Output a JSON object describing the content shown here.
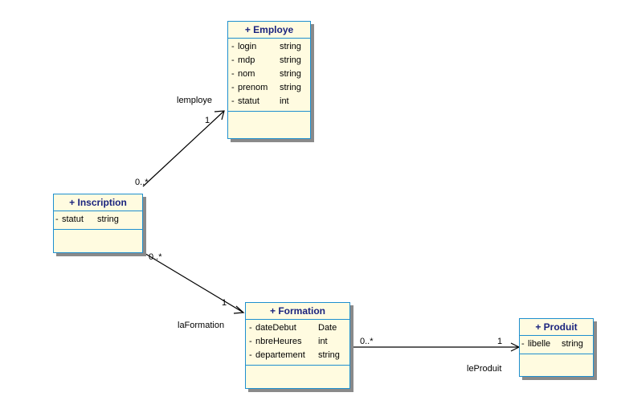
{
  "classes": {
    "employe": {
      "title": "+ Employe",
      "attributes": [
        {
          "visibility": "-",
          "name": "login",
          "type": "string"
        },
        {
          "visibility": "-",
          "name": "mdp",
          "type": "string"
        },
        {
          "visibility": "-",
          "name": "nom",
          "type": "string"
        },
        {
          "visibility": "-",
          "name": "prenom",
          "type": "string"
        },
        {
          "visibility": "-",
          "name": "statut",
          "type": "int"
        }
      ]
    },
    "inscription": {
      "title": "+ Inscription",
      "attributes": [
        {
          "visibility": "-",
          "name": "statut",
          "type": "string"
        }
      ]
    },
    "formation": {
      "title": "+ Formation",
      "attributes": [
        {
          "visibility": "-",
          "name": "dateDebut",
          "type": "Date"
        },
        {
          "visibility": "-",
          "name": "nbreHeures",
          "type": "int"
        },
        {
          "visibility": "-",
          "name": "departement",
          "type": "string"
        }
      ]
    },
    "produit": {
      "title": "+ Produit",
      "attributes": [
        {
          "visibility": "-",
          "name": "libelle",
          "type": "string"
        }
      ]
    }
  },
  "associations": {
    "inscription_employe": {
      "role": "lemploye",
      "target_multiplicity": "1",
      "source_multiplicity": "0..*"
    },
    "inscription_formation": {
      "role": "laFormation",
      "target_multiplicity": "1",
      "source_multiplicity": "0..*"
    },
    "formation_produit": {
      "role": "leProduit",
      "target_multiplicity": "1",
      "source_multiplicity": "0..*"
    }
  },
  "colors": {
    "class_fill": "#fffbe0",
    "class_border": "#1e8fcf",
    "class_title": "#1a237e",
    "shadow": "#8a8a8a",
    "line": "#000000"
  }
}
